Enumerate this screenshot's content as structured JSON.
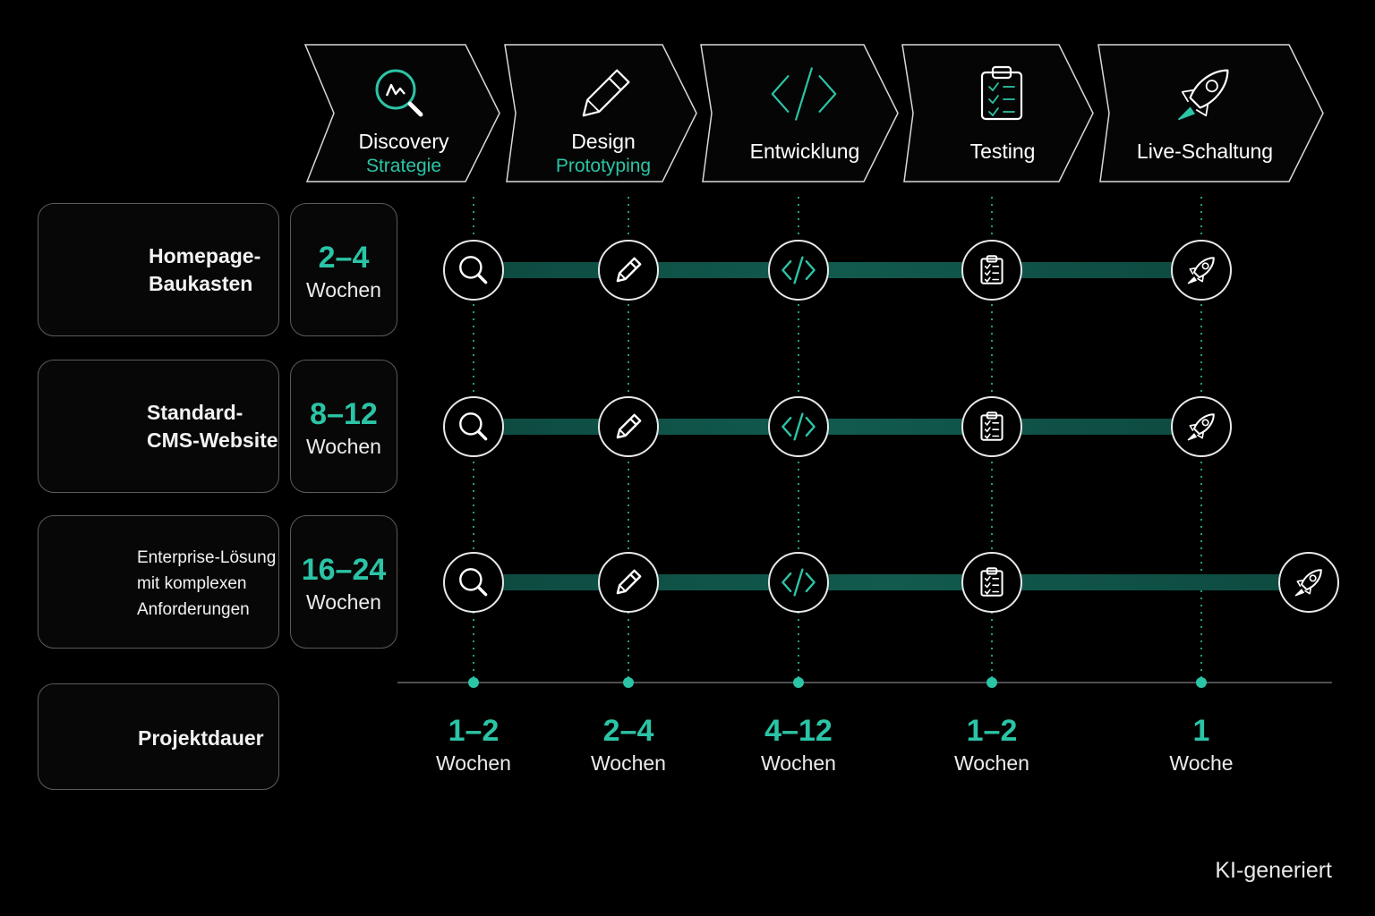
{
  "colors": {
    "accent": "#2bc4a6",
    "bar": "#0f4f44",
    "line": "#5b5b5b"
  },
  "phases": [
    {
      "title": "Discovery",
      "subtitle": "Strategie",
      "icon": "magnifier-chart-icon"
    },
    {
      "title": "Design",
      "subtitle": "Prototyping",
      "icon": "pencil-icon"
    },
    {
      "title": "Entwicklung",
      "subtitle": "",
      "icon": "code-icon"
    },
    {
      "title": "Testing",
      "subtitle": "",
      "icon": "clipboard-checklist-icon"
    },
    {
      "title": "Live-Schaltung",
      "subtitle": "",
      "icon": "rocket-icon"
    }
  ],
  "rows": [
    {
      "label_lines": [
        "Homepage-",
        "Baukasten"
      ],
      "icon": "website-builder-icon",
      "duration": {
        "value": "2–4",
        "unit": "Wochen"
      },
      "extends_last_phase": false
    },
    {
      "label_lines": [
        "Standard-",
        "CMS-Website"
      ],
      "icon": "monitor-gear-icon",
      "duration": {
        "value": "8–12",
        "unit": "Wochen"
      },
      "extends_last_phase": false
    },
    {
      "label_lines": [
        "Enterprise-Lösung",
        "mit komplexen",
        "Anforderungen"
      ],
      "icon": "office-building-icon",
      "duration": {
        "value": "16–24",
        "unit": "Wochen"
      },
      "extends_last_phase": true
    }
  ],
  "legend": {
    "label": "Projektdauer",
    "icon": "clock-icon"
  },
  "phase_durations": [
    {
      "value": "1–2",
      "unit": "Wochen"
    },
    {
      "value": "2–4",
      "unit": "Wochen"
    },
    {
      "value": "4–12",
      "unit": "Wochen"
    },
    {
      "value": "1–2",
      "unit": "Wochen"
    },
    {
      "value": "1",
      "unit": "Woche"
    }
  ],
  "footer": {
    "badge": "KI-generiert"
  }
}
